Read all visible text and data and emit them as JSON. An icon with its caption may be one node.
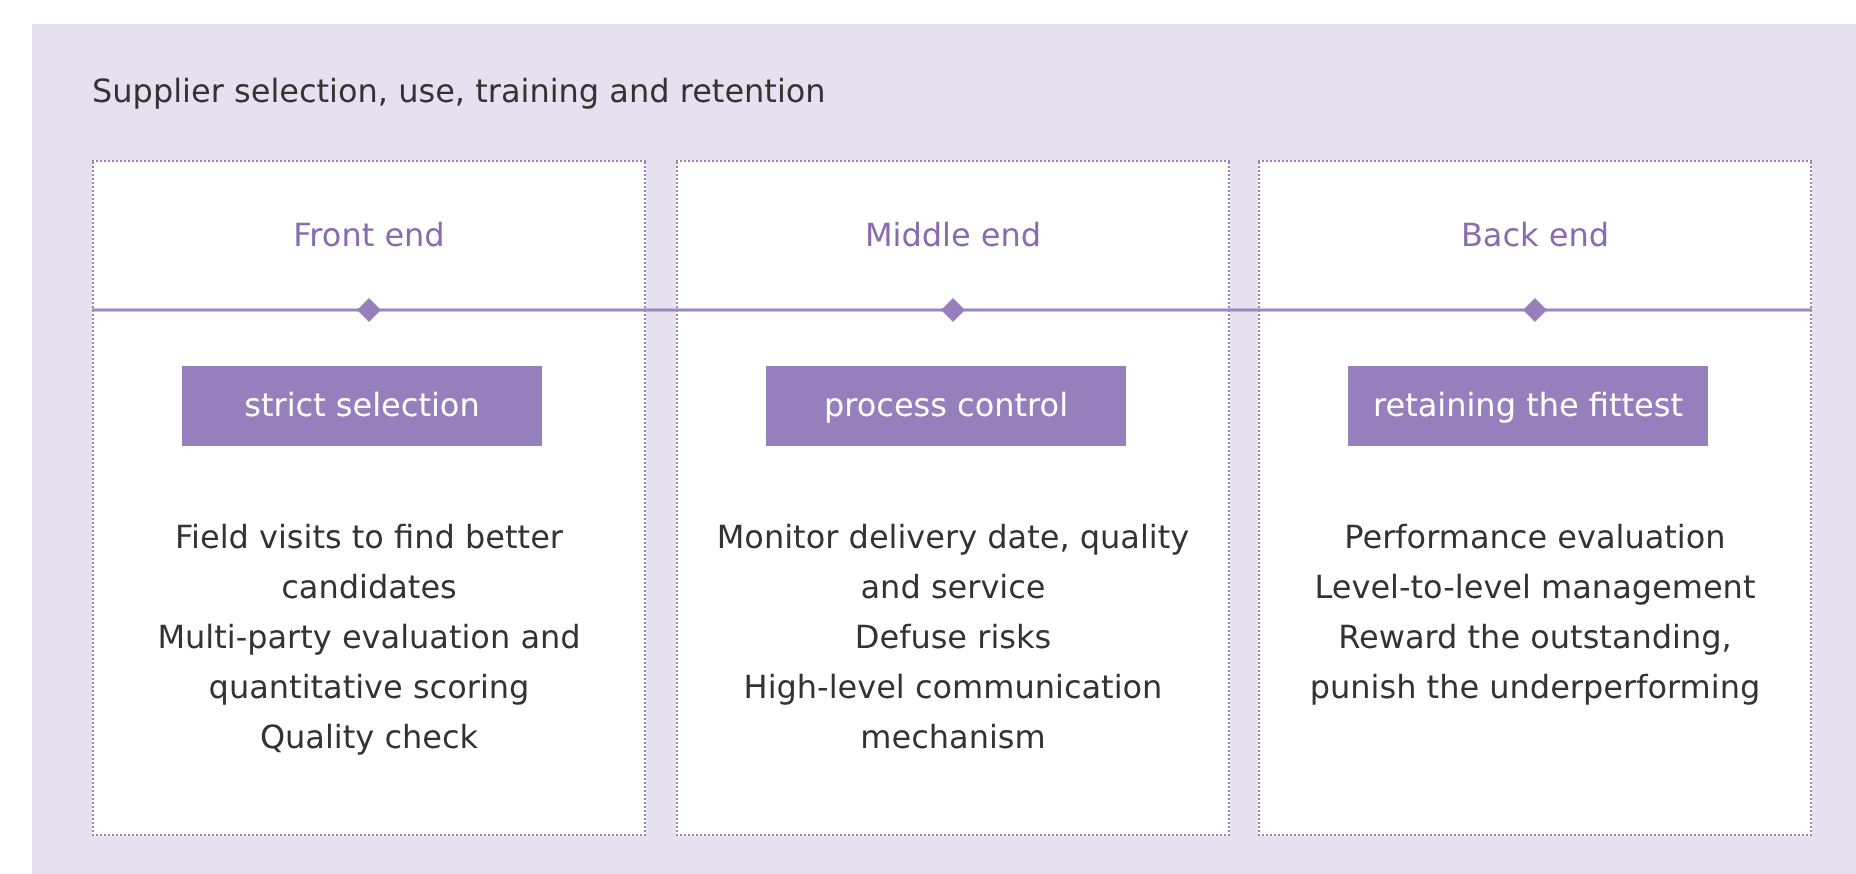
{
  "diagram": {
    "nodes": [
      {
        "text": [
          "Supplier selection, use, training and retention"
        ]
      },
      {
        "text": [
          "Front end",
          "Field visits to find better candidates",
          "Multi-party evaluation and quantitative scoring",
          "Quality check"
        ],
        "in": 0
      },
      {
        "text": [
          "strict selection"
        ],
        "in": 1
      },
      {
        "text": [
          "Middle end",
          "Monitor delivery date, quality and service",
          "Defuse risks",
          "High-level communication mechanism"
        ],
        "in": 0
      },
      {
        "text": [
          "process control"
        ],
        "in": 3
      },
      {
        "text": [
          "Back end",
          "Performance evaluation",
          "Level-to-level management",
          "Reward the outstanding, punish the underperforming"
        ],
        "in": 0
      },
      {
        "text": [
          "retaining the fittest"
        ],
        "in": 5
      }
    ]
  }
}
